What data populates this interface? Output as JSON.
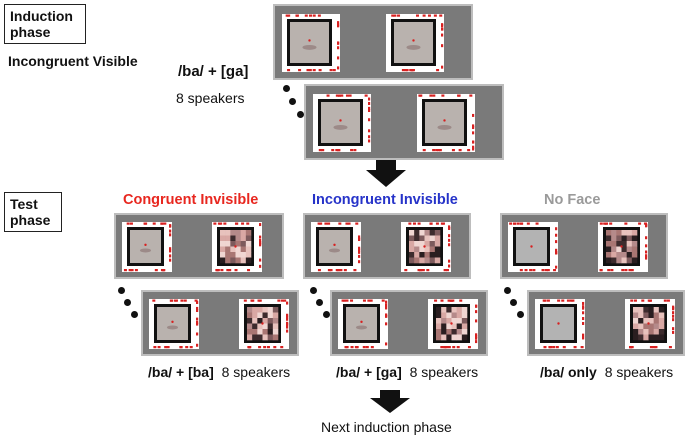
{
  "induction": {
    "phase_label": "Induction phase",
    "condition": "Incongruent Visible",
    "stimulus": "/ba/ + [ga]",
    "speakers": "8 speakers"
  },
  "test": {
    "phase_label": "Test phase",
    "conditions": [
      {
        "name": "Congruent Invisible",
        "color": "#e8271f",
        "stimulus": "/ba/ + [ba]",
        "speakers": "8 speakers"
      },
      {
        "name": "Incongruent Invisible",
        "color": "#2633c9",
        "stimulus": "/ba/ + [ga]",
        "speakers": "8 speakers"
      },
      {
        "name": "No Face",
        "color": "#9a9a9a",
        "stimulus": "/ba/ only",
        "speakers": "8 speakers"
      }
    ]
  },
  "next_phase": "Next induction phase",
  "colors": {
    "marker_red": "#d82020",
    "panel_gray": "#7a7a7a",
    "arrow": "#111111"
  }
}
